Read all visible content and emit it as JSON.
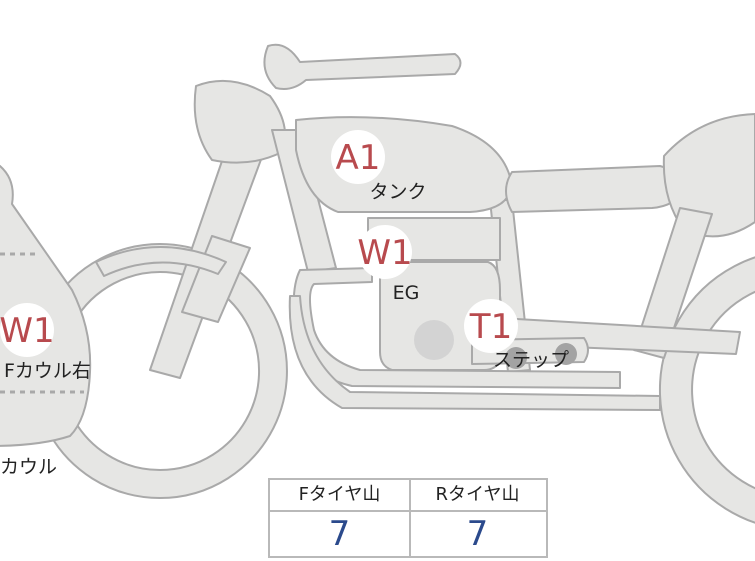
{
  "badges": [
    {
      "code": "A1",
      "label": "タンク"
    },
    {
      "code": "W1",
      "label": "EG"
    },
    {
      "code": "T1",
      "label": "ステップ"
    },
    {
      "code": "W1",
      "label": "Fカウル右"
    }
  ],
  "partial_label": "カウル",
  "tread": {
    "front_label": "Fタイヤ山",
    "front_value": "7",
    "rear_label": "Rタイヤ山",
    "rear_value": "7"
  },
  "colors": {
    "body_fill": "#e6e6e4",
    "body_stroke": "#a9a9a9",
    "badge_text": "#b84a4e",
    "tread_value": "#2b4a8c",
    "damage_dot": "#c8c8c8"
  }
}
